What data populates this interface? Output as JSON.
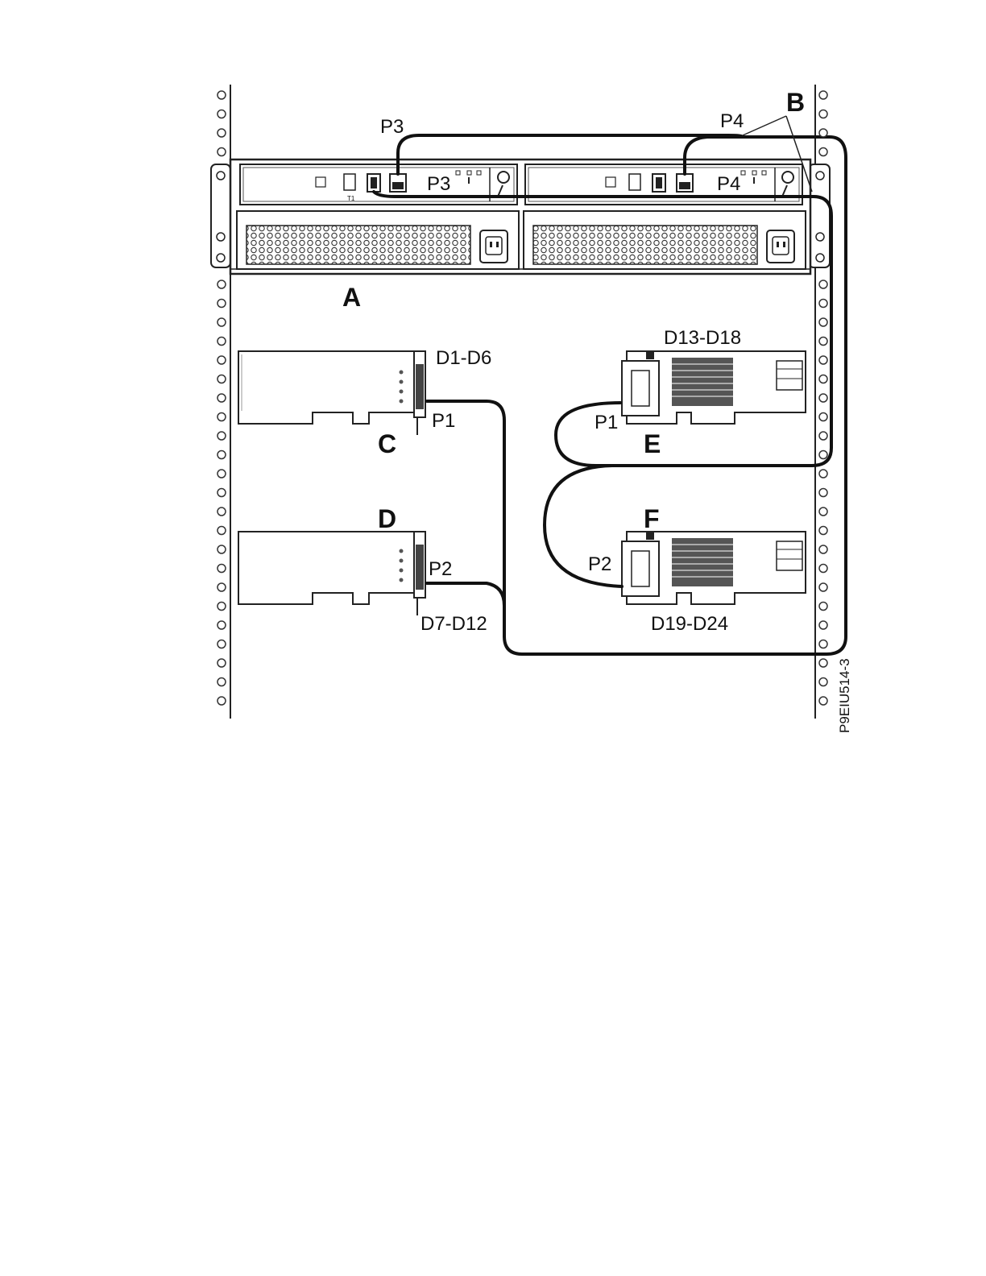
{
  "callouts": {
    "A": "A",
    "B": "B",
    "C": "C",
    "D": "D",
    "E": "E",
    "F": "F"
  },
  "cable_labels": {
    "p3_top": "P3",
    "p4_top": "P4",
    "card_c_port": "P1",
    "card_d_port": "P2",
    "card_e_port": "P1",
    "card_f_port": "P2"
  },
  "enclosure_ports": {
    "left": "P3",
    "right": "P4",
    "t1": "T1"
  },
  "drive_ranges": {
    "card_c": "D1-D6",
    "card_d": "D7-D12",
    "card_e": "D13-D18",
    "card_f": "D19-D24"
  },
  "figure_id": "P9EIU514-3"
}
